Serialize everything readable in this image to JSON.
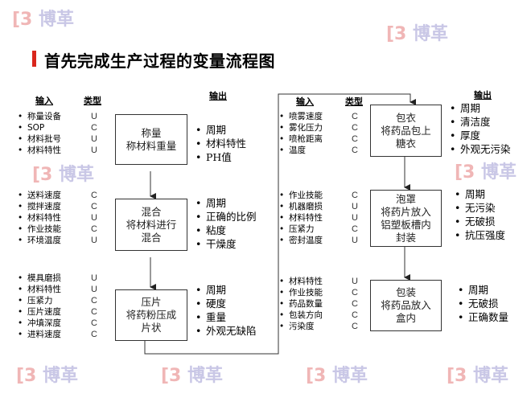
{
  "title": "首先完成生产过程的变量流程图",
  "colors": {
    "accent": "#d9261c",
    "watermark": "#c9c7e6"
  },
  "watermark": "博革",
  "headers": {
    "input": "输入",
    "type": "类型",
    "output": "输出"
  },
  "steps": [
    {
      "box": [
        "称量",
        "称材料重量"
      ],
      "inputs": [
        [
          "称量设备",
          "U"
        ],
        [
          "SOP",
          "C"
        ],
        [
          "材料批号",
          "U"
        ],
        [
          "材料特性",
          "U"
        ]
      ],
      "outputs": [
        "周期",
        "材料特性",
        "PH值"
      ]
    },
    {
      "box": [
        "混合",
        "将材料进行",
        "混合"
      ],
      "inputs": [
        [
          "送料速度",
          "C"
        ],
        [
          "搅拌速度",
          "C"
        ],
        [
          "材料特性",
          "U"
        ],
        [
          "作业技能",
          "C"
        ],
        [
          "环境温度",
          "U"
        ]
      ],
      "outputs": [
        "周期",
        "正确的比例",
        "粘度",
        "干燥度"
      ]
    },
    {
      "box": [
        "压片",
        "将药粉压成",
        "片状"
      ],
      "inputs": [
        [
          "模具磨损",
          "U"
        ],
        [
          "材料特性",
          "U"
        ],
        [
          "压紧力",
          "C"
        ],
        [
          "压片速度",
          "C"
        ],
        [
          "冲填深度",
          "C"
        ],
        [
          "进料速度",
          "C"
        ]
      ],
      "outputs": [
        "周期",
        "硬度",
        "重量",
        "外观无缺陷"
      ]
    },
    {
      "box": [
        "包衣",
        "将药品包上",
        "糖衣"
      ],
      "inputs": [
        [
          "喷雾速度",
          "C"
        ],
        [
          "雾化压力",
          "C"
        ],
        [
          "喷枪距离",
          "C"
        ],
        [
          "温度",
          "C"
        ]
      ],
      "outputs": [
        "周期",
        "清洁度",
        "厚度",
        "外观无污染"
      ]
    },
    {
      "box": [
        "泡罩",
        "将药片放入",
        "铝塑板槽内",
        "封装"
      ],
      "inputs": [
        [
          "作业技能",
          "C"
        ],
        [
          "机器磨损",
          "U"
        ],
        [
          "材料特性",
          "U"
        ],
        [
          "压紧力",
          "C"
        ],
        [
          "密封温度",
          "U"
        ]
      ],
      "outputs": [
        "周期",
        "无污染",
        "无破损",
        "抗压强度"
      ]
    },
    {
      "box": [
        "包装",
        "将药品放入",
        "盒内"
      ],
      "inputs": [
        [
          "材料特性",
          "U"
        ],
        [
          "作业技能",
          "C"
        ],
        [
          "药品数量",
          "C"
        ],
        [
          "包装方向",
          "C"
        ],
        [
          "污染度",
          "C"
        ]
      ],
      "outputs": [
        "周期",
        "无破损",
        "正确数量"
      ]
    }
  ]
}
